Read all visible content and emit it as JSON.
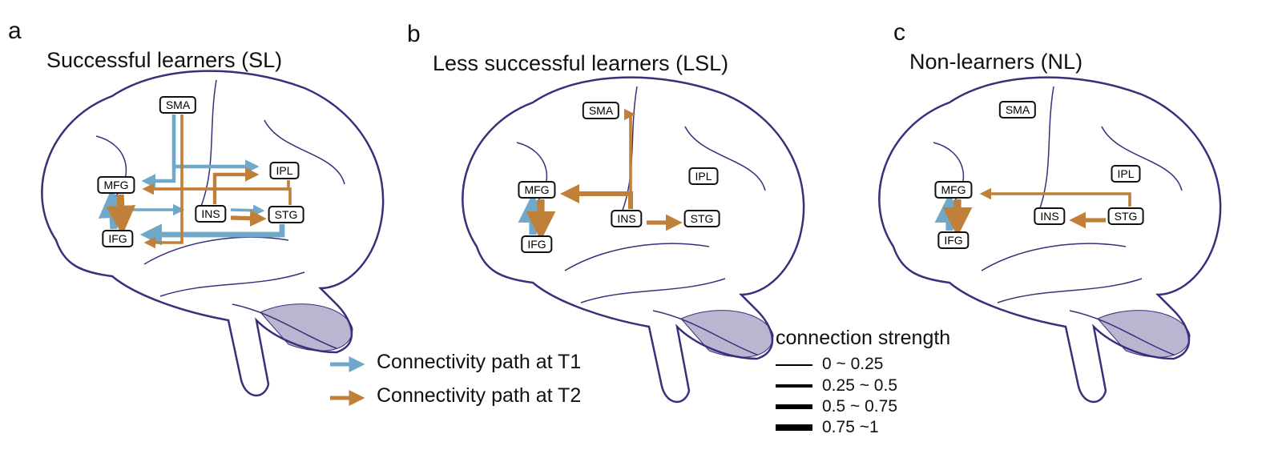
{
  "colors": {
    "t1": "#6fa8c8",
    "t2": "#c0803a",
    "brain": "#3a2f7a"
  },
  "panels": [
    {
      "letter": "a",
      "title": "Successful learners (SL)",
      "nodes": {
        "SMA": "SMA",
        "IPL": "IPL",
        "MFG": "MFG",
        "INS": "INS",
        "STG": "STG",
        "IFG": "IFG"
      },
      "edges": [
        {
          "from": "SMA",
          "to": "MFG",
          "time": "T1",
          "strength": 0.3
        },
        {
          "from": "SMA",
          "to": "IPL",
          "time": "T1",
          "strength": 0.3
        },
        {
          "from": "MFG",
          "to": "INS",
          "time": "T1",
          "strength": 0.2
        },
        {
          "from": "IFG",
          "to": "MFG",
          "time": "T1",
          "strength": 0.9
        },
        {
          "from": "INS",
          "to": "STG",
          "time": "T1",
          "strength": 0.2
        },
        {
          "from": "STG",
          "to": "IFG",
          "time": "T1",
          "strength": 0.6
        },
        {
          "from": "IPL",
          "to": "MFG",
          "time": "T2",
          "strength": 0.2
        },
        {
          "from": "SMA",
          "to": "IFG",
          "time": "T2",
          "strength": 0.2
        },
        {
          "from": "MFG",
          "to": "IFG",
          "time": "T2",
          "strength": 0.9
        },
        {
          "from": "INS",
          "to": "IPL",
          "time": "T2",
          "strength": 0.3
        },
        {
          "from": "INS",
          "to": "STG",
          "time": "T2",
          "strength": 0.4
        },
        {
          "from": "STG",
          "to": "MFG",
          "time": "T2",
          "strength": 0.2
        }
      ]
    },
    {
      "letter": "b",
      "title": "Less successful learners (LSL)",
      "nodes": {
        "SMA": "SMA",
        "IPL": "IPL",
        "MFG": "MFG",
        "INS": "INS",
        "STG": "STG",
        "IFG": "IFG"
      },
      "edges": [
        {
          "from": "IFG",
          "to": "MFG",
          "time": "T1",
          "strength": 0.9
        },
        {
          "from": "INS",
          "to": "SMA",
          "time": "T2",
          "strength": 0.2
        },
        {
          "from": "INS",
          "to": "MFG",
          "time": "T2",
          "strength": 0.5
        },
        {
          "from": "MFG",
          "to": "IFG",
          "time": "T2",
          "strength": 0.9
        },
        {
          "from": "INS",
          "to": "STG",
          "time": "T2",
          "strength": 0.4
        }
      ]
    },
    {
      "letter": "c",
      "title": "Non-learners (NL)",
      "nodes": {
        "SMA": "SMA",
        "IPL": "IPL",
        "MFG": "MFG",
        "INS": "INS",
        "STG": "STG",
        "IFG": "IFG"
      },
      "edges": [
        {
          "from": "IFG",
          "to": "MFG",
          "time": "T1",
          "strength": 0.9
        },
        {
          "from": "MFG",
          "to": "IFG",
          "time": "T2",
          "strength": 0.9
        },
        {
          "from": "STG",
          "to": "INS",
          "time": "T2",
          "strength": 0.4
        },
        {
          "from": "STG",
          "to": "MFG",
          "time": "T2",
          "strength": 0.2
        }
      ]
    }
  ],
  "legend": {
    "t1": "Connectivity path at T1",
    "t2": "Connectivity path at T2"
  },
  "strength_legend": {
    "title": "connection strength",
    "items": [
      "0 ~ 0.25",
      "0.25 ~ 0.5",
      "0.5 ~ 0.75",
      "0.75 ~1"
    ]
  }
}
